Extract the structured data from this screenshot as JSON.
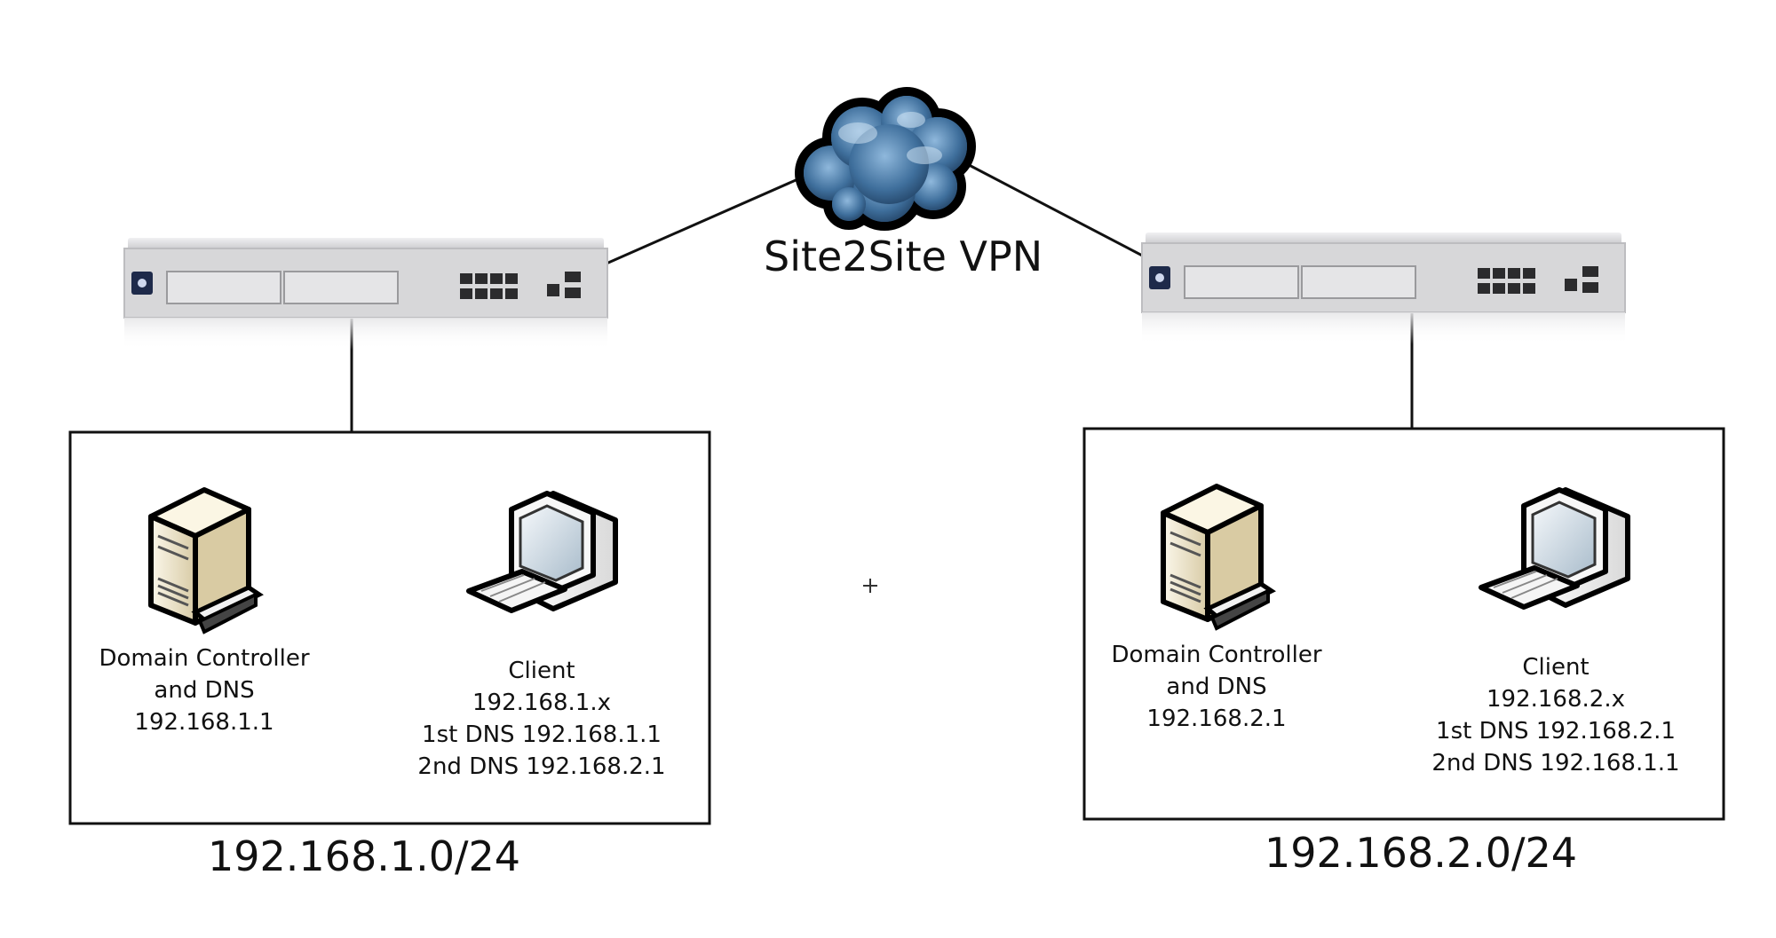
{
  "vpn": {
    "label": "Site2Site VPN"
  },
  "sites": [
    {
      "subnet": "192.168.1.0/24",
      "dc": {
        "lines": [
          "Domain Controller",
          "and DNS",
          "192.168.1.1"
        ]
      },
      "client": {
        "lines": [
          "Client",
          "192.168.1.x",
          "1st DNS 192.168.1.1",
          "2nd DNS 192.168.2.1"
        ]
      }
    },
    {
      "subnet": "192.168.2.0/24",
      "dc": {
        "lines": [
          "Domain Controller",
          "and DNS",
          "192.168.2.1"
        ]
      },
      "client": {
        "lines": [
          "Client",
          "192.168.2.x",
          "1st DNS 192.168.2.1",
          "2nd DNS 192.168.1.1"
        ]
      }
    }
  ],
  "colors": {
    "router_body": "#d6d6d8",
    "router_face": "#e4e4e6",
    "cloud": "#3c6f9e",
    "server_case": "#efe6cf",
    "line": "#111111"
  },
  "icons": [
    "router-icon",
    "cloud-icon",
    "server-icon",
    "workstation-icon"
  ]
}
